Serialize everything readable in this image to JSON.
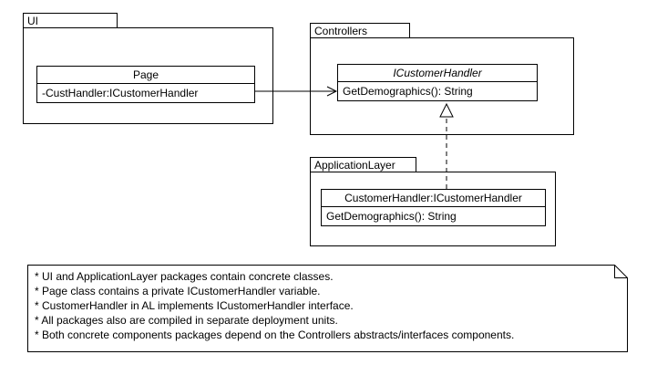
{
  "packages": {
    "ui": {
      "name": "UI",
      "class": {
        "name": "Page",
        "attribute": "-CustHandler:ICustomerHandler"
      }
    },
    "controllers": {
      "name": "Controllers",
      "class": {
        "name": "ICustomerHandler",
        "method": "GetDemographics(): String"
      }
    },
    "application_layer": {
      "name": "ApplicationLayer",
      "class": {
        "name": "CustomerHandler:ICustomerHandler",
        "method": "GetDemographics(): String"
      }
    }
  },
  "connectors": {
    "association": "Page -> ICustomerHandler",
    "realization": "CustomerHandler ..|> ICustomerHandler"
  },
  "note": {
    "lines": [
      "* UI and ApplicationLayer packages contain concrete classes.",
      "* Page class contains a private ICustomerHandler variable.",
      "* CustomerHandler in AL implements ICustomerHandler interface.",
      "* All packages also are compiled in separate deployment units.",
      "* Both concrete components packages depend on the Controllers abstracts/interfaces components."
    ]
  },
  "colors": {
    "line": "#000000",
    "background": "#ffffff"
  }
}
